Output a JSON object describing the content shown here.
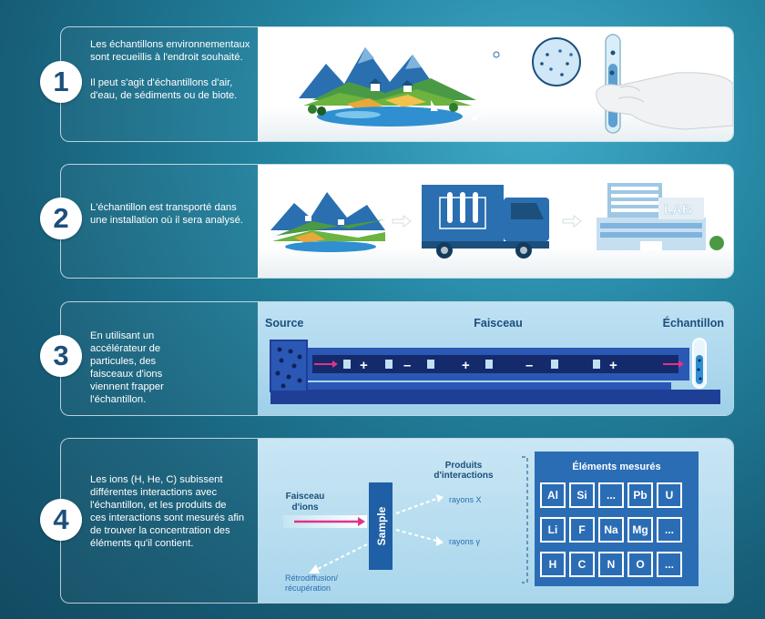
{
  "steps": [
    {
      "number": "1",
      "text_1": "Les échantillons environnementaux sont recueillis à l'endroit souhaité.",
      "text_2": "Il peut s'agit d'échantillons d'air, d'eau, de sédiments ou de biote."
    },
    {
      "number": "2",
      "text_1": "L'échantillon est transporté dans une installation où il sera analysé.",
      "lab_label": "LAB"
    },
    {
      "number": "3",
      "text_1": "En utilisant un accélérateur de particules, des faisceaux d'ions viennent frapper l'échantillon.",
      "source_label": "Source",
      "beam_label": "Faisceau",
      "sample_label": "Échantillon",
      "charges": [
        "+",
        "–",
        "+",
        "–",
        "+"
      ]
    },
    {
      "number": "4",
      "text_1": "Les ions (H, He, C) subissent différentes interactions avec l'échantillon, et les produits de ces interactions sont mesurés afin de trouver la concentration des éléments qu'il contient.",
      "ion_beam_label_1": "Faisceau",
      "ion_beam_label_2": "d'ions",
      "sample_box_label": "Sample",
      "products_label_1": "Produits",
      "products_label_2": "d'interactions",
      "xray_label": "rayons X",
      "gamma_label": "rayons γ",
      "backscatter_label_1": "Rétrodiffusion/",
      "backscatter_label_2": "récupération",
      "elements_title": "Éléments mesurés",
      "elements_rows": [
        [
          "Al",
          "Si",
          "...",
          "Pb",
          "U"
        ],
        [
          "Li",
          "F",
          "Na",
          "Mg",
          "..."
        ],
        [
          "H",
          "C",
          "N",
          "O",
          "..."
        ]
      ]
    }
  ]
}
